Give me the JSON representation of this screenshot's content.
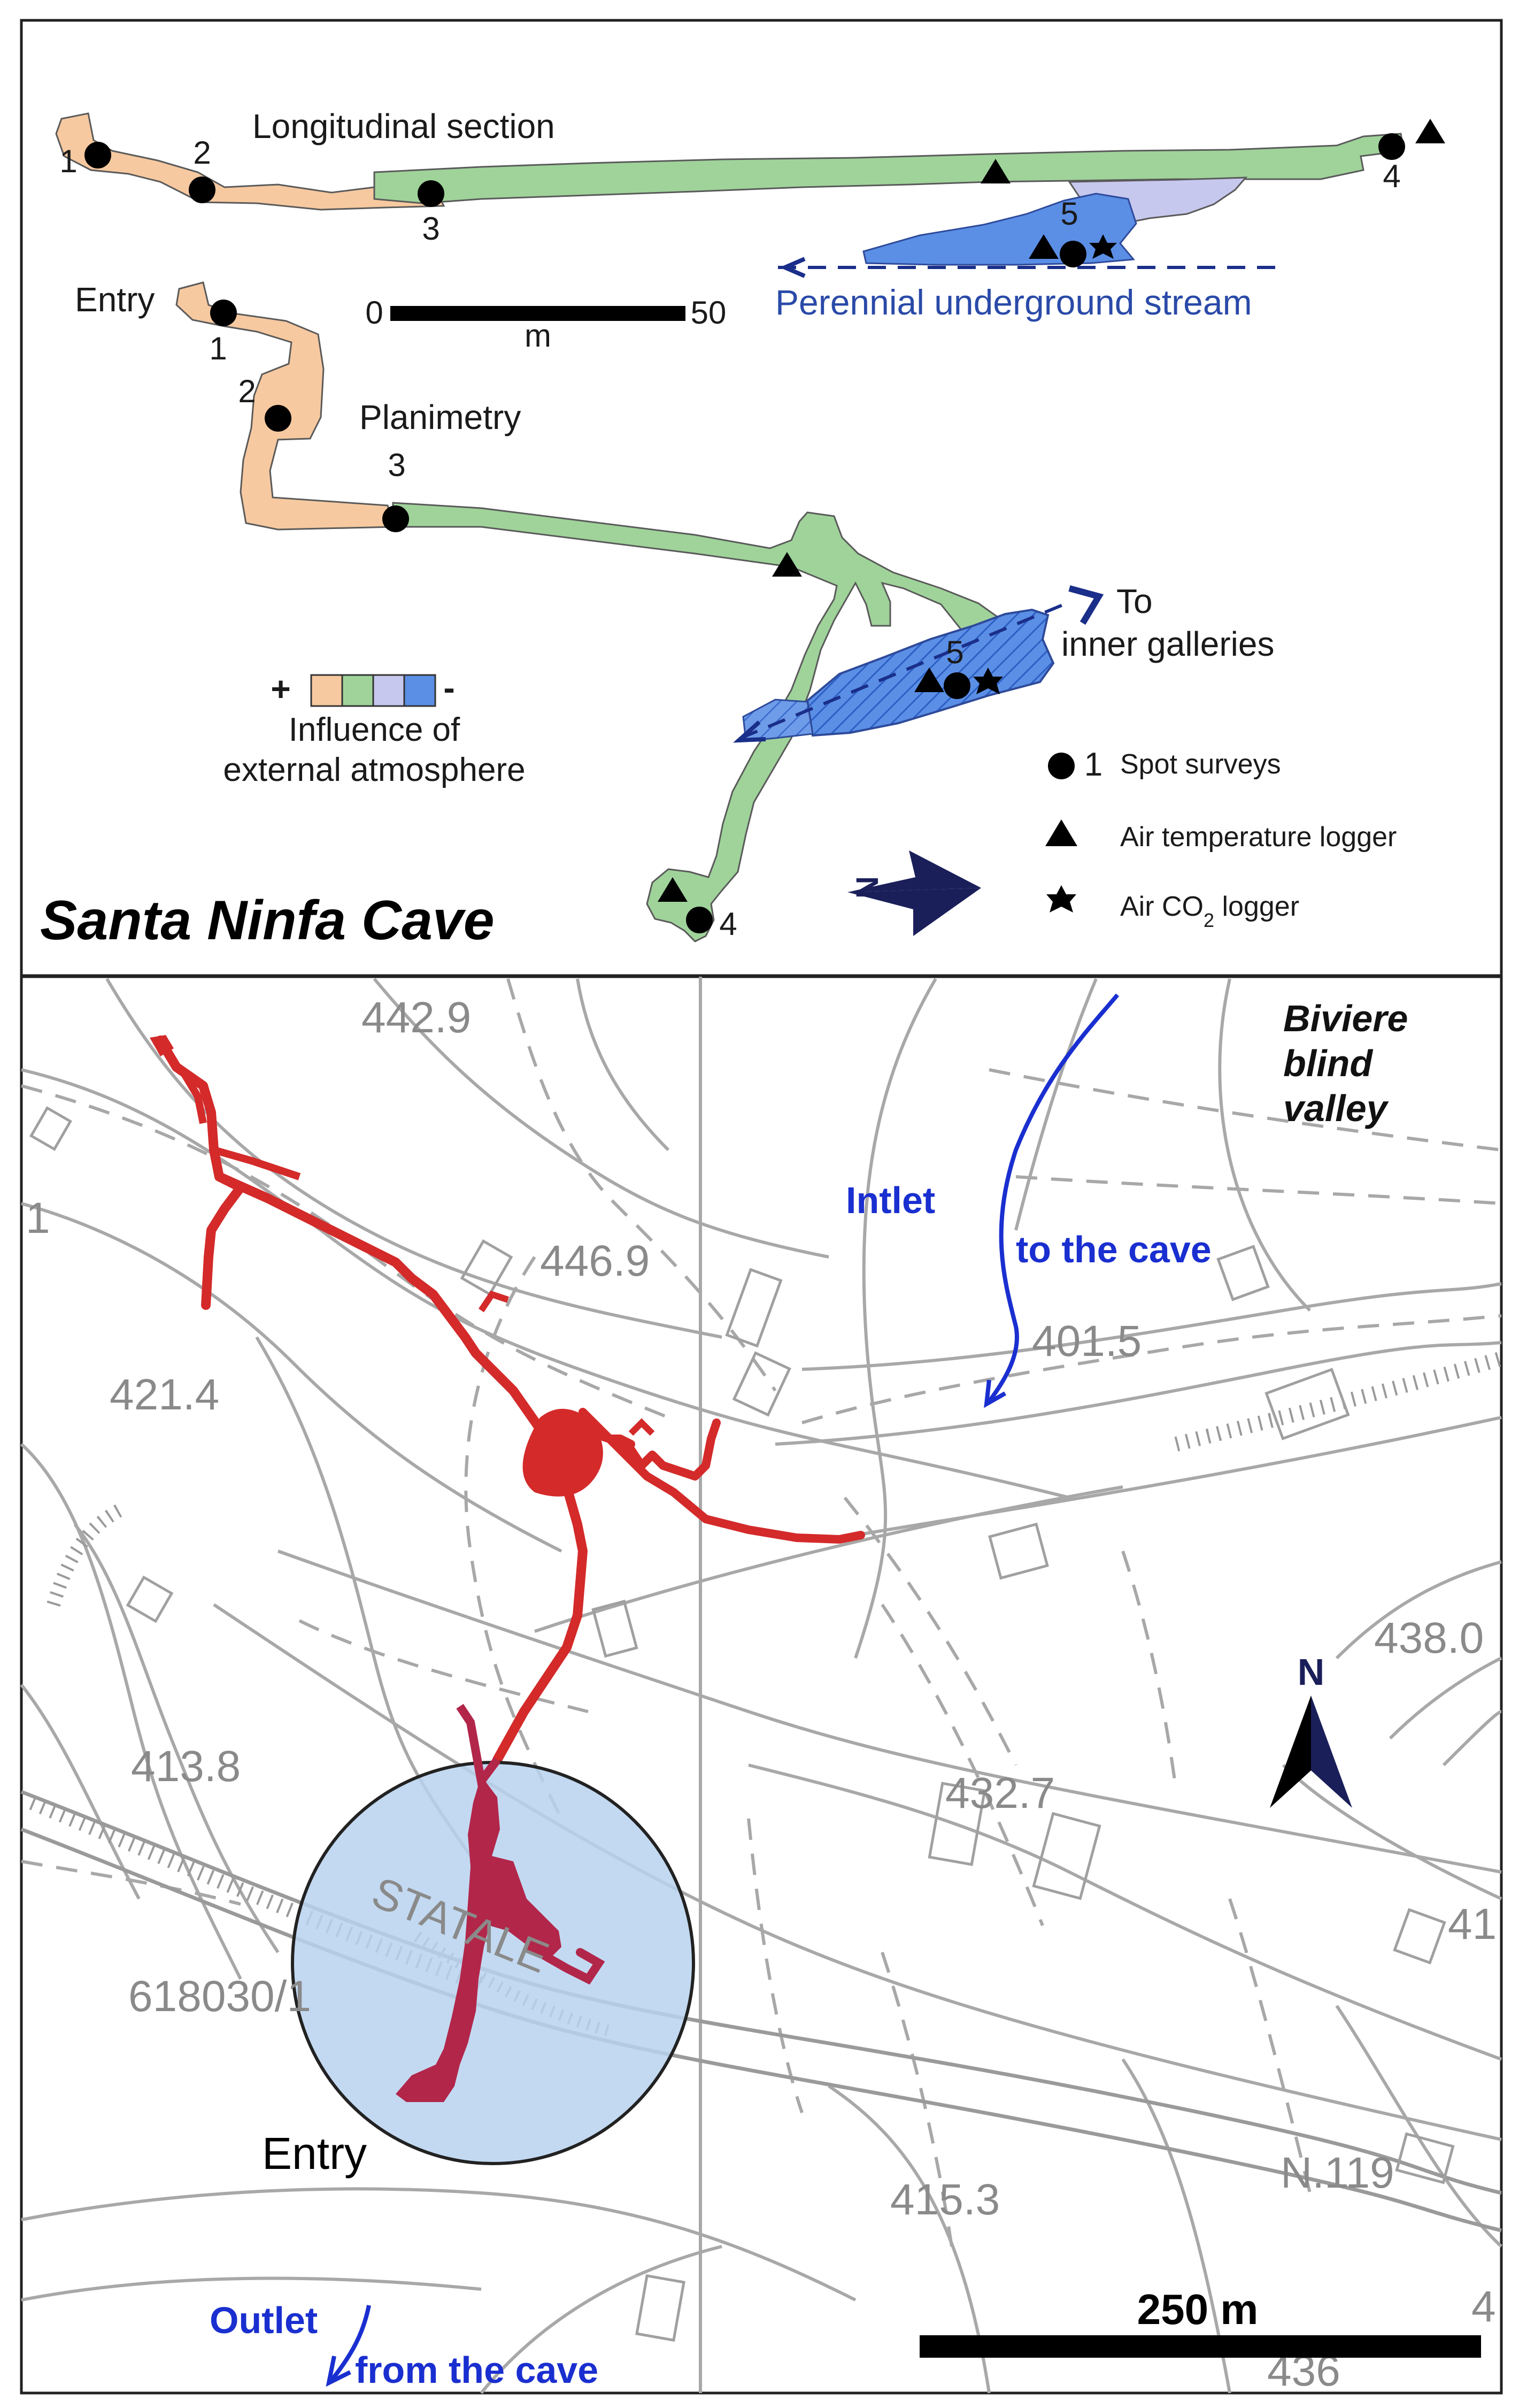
{
  "top_panel": {
    "longitudinal_label": "Longitudinal section",
    "planimetry_label": "Planimetry",
    "entry_label": "Entry",
    "scale": {
      "start": "0",
      "end": "50",
      "unit": "m"
    },
    "stream_label": "Perennial underground stream",
    "inner_line1": "To",
    "inner_line2": "inner galleries",
    "influence_plus": "+",
    "influence_minus": "-",
    "influence_line1": "Influence of",
    "influence_line2": "external atmosphere",
    "cave_title": "Santa Ninfa Cave",
    "north_letter": "N",
    "legend": {
      "spot": "Spot surveys",
      "spot_num": "1",
      "temp": "Air temperature logger",
      "co2_pre": "Air CO",
      "co2_sub": "2",
      "co2_post": " logger"
    },
    "points_long": [
      "1",
      "2",
      "3",
      "4",
      "5"
    ],
    "points_plan": [
      "1",
      "2",
      "3",
      "4",
      "5"
    ],
    "colors": {
      "orange": "#f7c9a0",
      "green": "#9fd39a",
      "lavender": "#c7c8ee",
      "blue": "#5b8fe6",
      "stream_arrow": "#1a2f8a"
    }
  },
  "bottom_panel": {
    "elevations": [
      "442.9",
      "446.9",
      "421.4",
      "401.5",
      "438.0",
      "413.8",
      "432.7",
      "41",
      "415.3",
      "436",
      "1",
      "4"
    ],
    "road_label": "STATALE",
    "road_code": "N.119",
    "sheet_code": "618030/1",
    "biviere_1": "Biviere",
    "biviere_2": "blind",
    "biviere_3": "valley",
    "intlet": "Intlet",
    "to_cave": "to the cave",
    "outlet": "Outlet",
    "from_cave": "from the cave",
    "entry": "Entry",
    "north": "N",
    "scale": "250 m",
    "colors": {
      "cave": "#d42a2a",
      "circle": "#b8d2ef"
    }
  }
}
